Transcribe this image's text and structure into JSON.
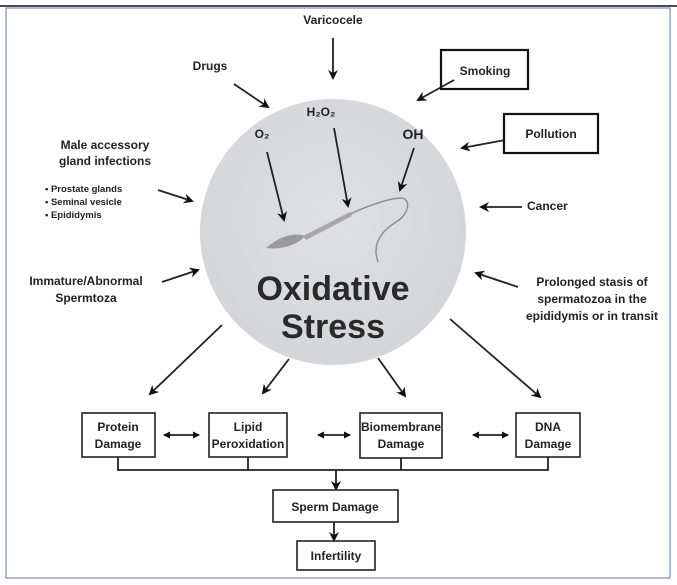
{
  "center": {
    "line1": "Oxidative",
    "line2": "Stress"
  },
  "species": {
    "o2": "O₂",
    "h2o2": "H₂O₂",
    "oh": "OH"
  },
  "causes": {
    "varicocele": "Varicocele",
    "drugs": "Drugs",
    "smoking": "Smoking",
    "pollution": "Pollution",
    "cancer": "Cancer",
    "male_accessory": [
      "Male accessory",
      "gland infections"
    ],
    "bullets": [
      "• Prostate glands",
      "• Seminal vesicle",
      "• Epididymis"
    ],
    "immature": [
      "Immature/Abnormal",
      "Spermtoza"
    ],
    "stasis": [
      "Prolonged stasis of",
      "spermatozoa in the",
      "epididymis or in transit"
    ]
  },
  "effects": [
    [
      "Protein",
      "Damage"
    ],
    [
      "Lipid",
      "Peroxidation"
    ],
    [
      "Biomembrane",
      "Damage"
    ],
    [
      "DNA",
      "Damage"
    ]
  ],
  "sperm_damage": "Sperm Damage",
  "infertility": "Infertility"
}
